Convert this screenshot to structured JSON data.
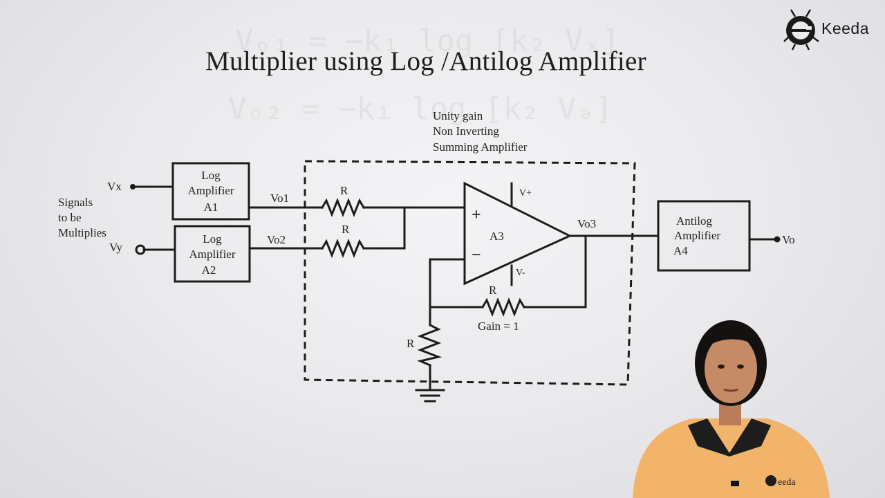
{
  "title": "Multiplier using Log /Antilog Amplifier",
  "brand": {
    "logo_letter": "E",
    "name": "Keeda"
  },
  "annotation": {
    "line1": "Unity gain",
    "line2": "Non Inverting",
    "line3": "Summing Amplifier"
  },
  "inputs": {
    "vx": "Vx",
    "vy": "Vy",
    "signals": [
      "Signals",
      "to be",
      "Multiplies"
    ]
  },
  "blocks": {
    "log1": [
      "Log",
      "Amplifier",
      "A1"
    ],
    "log2": [
      "Log",
      "Amplifier",
      "A2"
    ],
    "antilog": [
      "Antilog",
      "Amplifier",
      "A4"
    ]
  },
  "nodes": {
    "vo1": "Vo1",
    "vo2": "Vo2",
    "vo3": "Vo3",
    "vo": "Vo"
  },
  "opamp": {
    "name": "A3",
    "plus": "+",
    "minus": "−",
    "vplus": "V+",
    "vminus": "V-"
  },
  "resistors": {
    "r1": "R",
    "r2": "R",
    "rf": "R",
    "rg": "R"
  },
  "gain": "Gain = 1",
  "shirt_logo": "eeda"
}
